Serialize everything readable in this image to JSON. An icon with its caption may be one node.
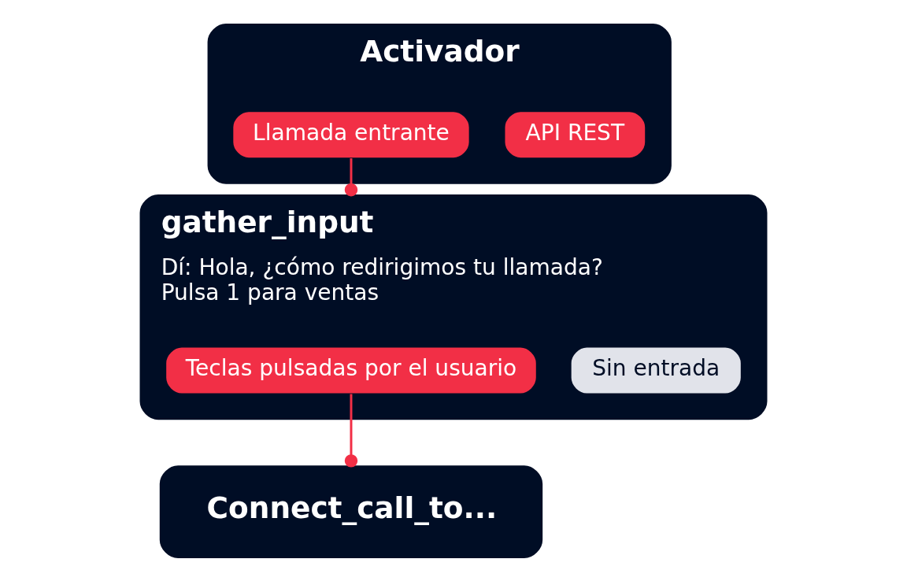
{
  "diagram": {
    "nodes": [
      {
        "text": [
          "Activador"
        ]
      },
      {
        "text": [
          "Llamada entrante"
        ],
        "in": 0
      },
      {
        "text": [
          "API REST"
        ],
        "in": 0
      },
      {
        "text": [
          "gather_input",
          "Dí: Hola, ¿cómo redirigimos tu llamada? Pulsa 1 para ventas"
        ]
      },
      {
        "text": [
          "Teclas pulsadas por el usuario"
        ],
        "in": 3
      },
      {
        "text": [
          "Sin entrada"
        ],
        "in": 3
      },
      {
        "text": [
          "Connect_call_to..."
        ]
      }
    ],
    "edges": [
      {
        "from": 1,
        "to": 3,
        "arrow": "other"
      },
      {
        "from": 4,
        "to": 6,
        "arrow": "other"
      }
    ]
  }
}
